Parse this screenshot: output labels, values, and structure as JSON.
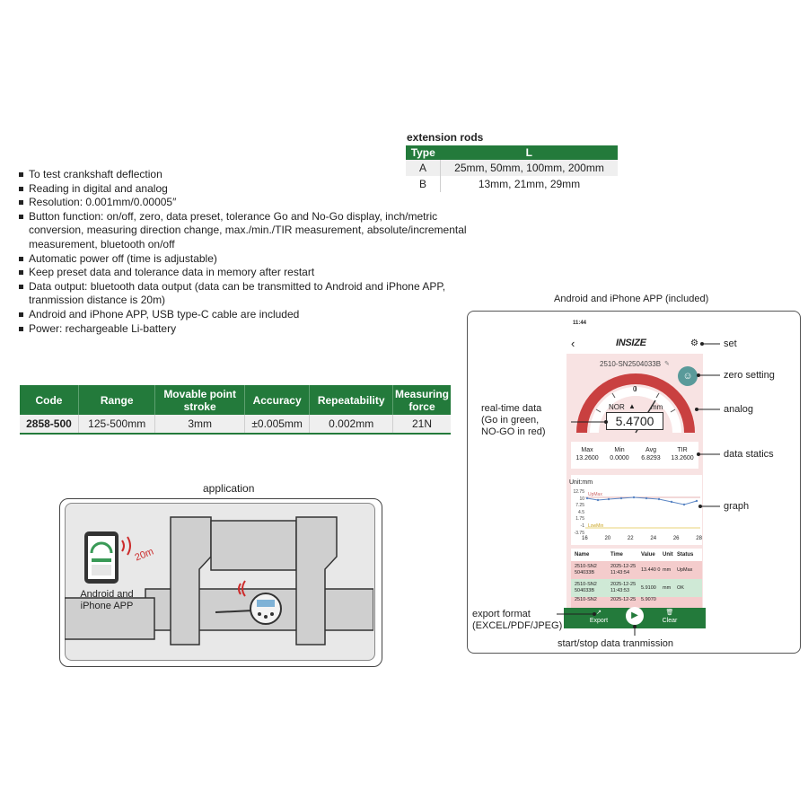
{
  "extension_rods": {
    "title": "extension rods",
    "headers": [
      "Type",
      "L"
    ],
    "rows": [
      {
        "type": "A",
        "l": "25mm, 50mm, 100mm, 200mm"
      },
      {
        "type": "B",
        "l": "13mm, 21mm, 29mm"
      }
    ]
  },
  "features": [
    "To test crankshaft deflection",
    "Reading in digital and analog",
    "Resolution: 0.001mm/0.00005″",
    "Button function: on/off, zero, data preset, tolerance Go and No-Go display, inch/metric conversion, measuring direction change, max./min./TIR measurement, absolute/incremental measurement, bluetooth on/off",
    "Automatic power off (time is adjustable)",
    "Keep preset data and tolerance data in memory after restart",
    "Data output: bluetooth data output (data can be transmitted to Android and iPhone APP, tranmission distance is 20m)",
    "Android and iPhone APP, USB type-C cable are included",
    "Power: rechargeable Li-battery"
  ],
  "spec_table": {
    "headers": [
      "Code",
      "Range",
      "Movable point stroke",
      "Accuracy",
      "Repeatability",
      "Measuring force"
    ],
    "row": [
      "2858-500",
      "125-500mm",
      "3mm",
      "±0.005mm",
      "0.002mm",
      "21N"
    ]
  },
  "application": {
    "caption": "application",
    "device_label": "Android and iPhone APP",
    "distance": "20m"
  },
  "app_panel": {
    "caption": "Android and iPhone APP (included)",
    "phone": {
      "time": "11:44",
      "brand": "INSIZE",
      "serial": "2510-SN2504033B",
      "gauge_zero": "0",
      "mode": "NOR",
      "unit": "mm",
      "reading": "5.4700",
      "stats": [
        {
          "label": "Max",
          "value": "13.2600"
        },
        {
          "label": "Min",
          "value": "0.0000"
        },
        {
          "label": "Avg",
          "value": "6.8293"
        },
        {
          "label": "TIR",
          "value": "13.2600"
        }
      ],
      "graph": {
        "unit": "Unit:mm",
        "yticks": [
          "12.75",
          "10",
          "7.25",
          "4.5",
          "1.75",
          "-1",
          "-3.75"
        ],
        "xticks": [
          "16",
          "20",
          "22",
          "24",
          "26",
          "28"
        ],
        "upper_label": "UpMax",
        "lower_label": "LowMin"
      },
      "table_headers": [
        "Name",
        "Time",
        "Value",
        "Unit",
        "Status"
      ],
      "rows": [
        {
          "name": "2510-SN2 504033B",
          "time": "2025-12-25 11:43:54",
          "value": "13.440 0",
          "unit": "mm",
          "status": "UpMax"
        },
        {
          "name": "2510-SN2 504033B",
          "time": "2025-12-25 11:43:53",
          "value": "5.9100",
          "unit": "mm",
          "status": "OK"
        },
        {
          "name": "2510-SN2",
          "time": "2025-12-25",
          "value": "5.9070",
          "unit": "",
          "status": ""
        }
      ],
      "bottom": {
        "export": "Export",
        "clear": "Clear"
      }
    },
    "annotations": {
      "set": "set",
      "zero": "zero setting",
      "analog": "analog",
      "stats": "data statics",
      "graph": "graph",
      "realtime": [
        "real-time data",
        "(Go in green,",
        "NO-GO in red)"
      ],
      "export": [
        "export format",
        "(EXCEL/PDF/JPEG)"
      ],
      "start_stop": "start/stop data tranmission"
    }
  },
  "colors": {
    "green": "#237a3b",
    "red": "#cc2b2b",
    "pink": "#f8e3e3"
  }
}
